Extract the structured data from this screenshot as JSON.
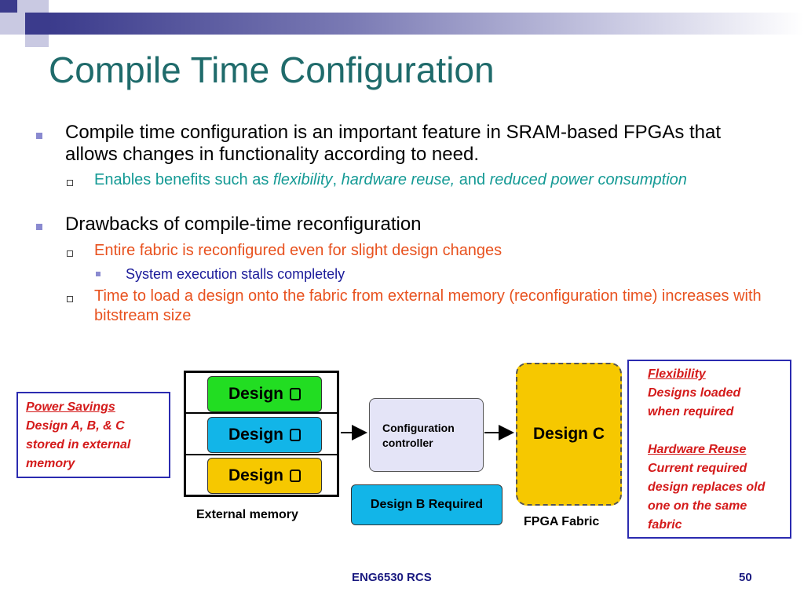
{
  "title": "Compile Time Configuration",
  "bullets": {
    "b1": "Compile time configuration is an important feature in SRAM-based FPGAs that allows changes in functionality according to need.",
    "b1_sub": {
      "prefix": "Enables benefits such as ",
      "flexibility": "flexibility",
      "comma": ", ",
      "hardware_reuse": "hardware reuse,",
      "and": " and ",
      "reduced_power": "reduced power consumption"
    },
    "b2": "Drawbacks of compile-time reconfiguration",
    "b2_sub1": "Entire fabric is reconfigured even for slight design changes",
    "b2_sub1_sub": "System execution stalls completely",
    "b2_sub2": "Time to load a design onto the fabric from external memory (reconfiguration time) increases with bitstream size"
  },
  "diagram": {
    "power_box": {
      "heading": "Power Savings",
      "text": "Design A, B, & C stored in external memory"
    },
    "memory_slots": [
      {
        "label": "Design",
        "color": "#22dd22"
      },
      {
        "label": "Design",
        "color": "#12b5e8"
      },
      {
        "label": "Design",
        "color": "#f6c800"
      }
    ],
    "memory_label": "External memory",
    "controller": "Configuration controller",
    "required": "Design B Required",
    "fabric_design": "Design C",
    "fabric_label": "FPGA Fabric",
    "right_box": {
      "flex_heading": "Flexibility",
      "flex_text": "Designs loaded when required",
      "reuse_heading": "Hardware Reuse",
      "reuse_text": "Current required design replaces old one on the same fabric"
    }
  },
  "footer": {
    "course": "ENG6530 RCS",
    "page": "50"
  },
  "colors": {
    "title": "#1f6b6b",
    "teal_text": "#159a95",
    "orange_text": "#e8521f",
    "note_red": "#d41a1a",
    "note_border": "#2b2bb0"
  }
}
